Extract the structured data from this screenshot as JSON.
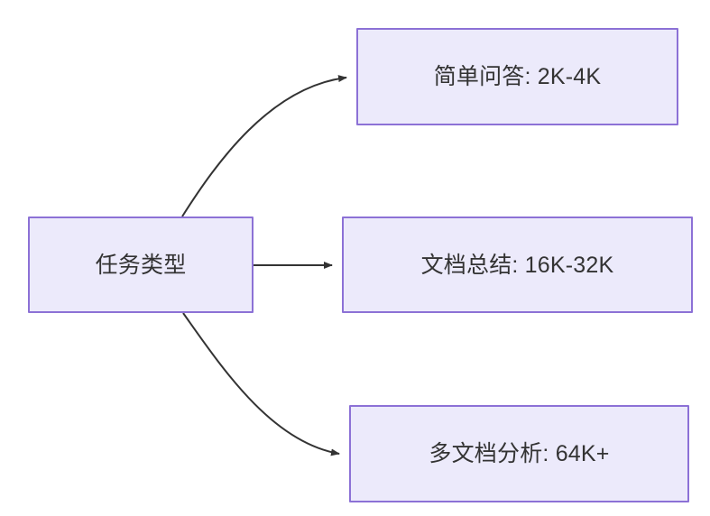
{
  "diagram": {
    "type": "flowchart",
    "direction": "left-to-right",
    "background_color": "#ffffff",
    "node_fill_color": "#ECEAFB",
    "node_border_color": "#8C71D6",
    "node_text_color": "#333333",
    "edge_color": "#333333",
    "nodes": [
      {
        "id": "source",
        "label": "任务类型"
      },
      {
        "id": "simple",
        "label": "简单问答: 2K-4K"
      },
      {
        "id": "summary",
        "label": "文档总结: 16K-32K"
      },
      {
        "id": "multidoc",
        "label": "多文档分析: 64K+"
      }
    ],
    "edges": [
      {
        "from": "source",
        "to": "simple",
        "label": "",
        "style": "curved",
        "arrow": "arrowhead"
      },
      {
        "from": "source",
        "to": "summary",
        "label": "",
        "style": "straight",
        "arrow": "arrowhead"
      },
      {
        "from": "source",
        "to": "multidoc",
        "label": "",
        "style": "curved",
        "arrow": "arrowhead"
      }
    ]
  }
}
